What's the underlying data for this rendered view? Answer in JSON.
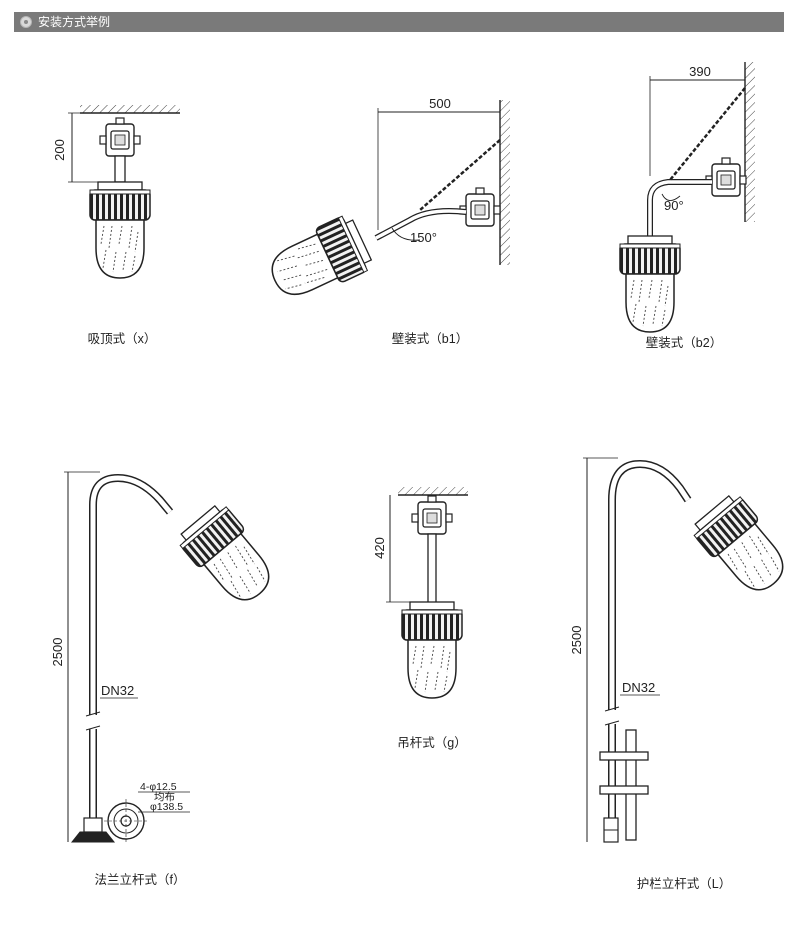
{
  "header": {
    "title": "安装方式举例"
  },
  "figures": {
    "x": {
      "caption": "吸顶式（x）",
      "dim_height": "200"
    },
    "b1": {
      "caption": "壁装式（b1）",
      "dim_width": "500",
      "angle": "150°"
    },
    "b2": {
      "caption": "壁装式（b2）",
      "dim_width": "390",
      "angle": "90°"
    },
    "f": {
      "caption": "法兰立杆式（f）",
      "dim_height": "2500",
      "pipe": "DN32",
      "hole_spec": "4-φ12.5",
      "hole_note": "均布",
      "pcd": "φ138.5"
    },
    "g": {
      "caption": "吊杆式（g）",
      "dim_height": "420"
    },
    "L": {
      "caption": "护栏立杆式（L）",
      "dim_height": "2500",
      "pipe": "DN32"
    }
  }
}
